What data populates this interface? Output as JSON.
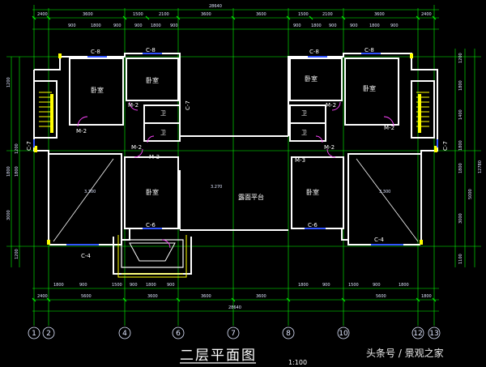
{
  "drawing": {
    "title": "二层平面图",
    "scale": "1:100",
    "watermark": "头条号 / 景观之家"
  },
  "dimensions": {
    "overall": "28640",
    "top_row": [
      "2400",
      "3600",
      "1500",
      "2100",
      "3600",
      "3600",
      "1500",
      "2100",
      "3600",
      "2400"
    ],
    "top_detail": [
      "900",
      "1800",
      "900",
      "900",
      "1800",
      "900",
      "900",
      "1800",
      "900",
      "900",
      "1800",
      "900"
    ],
    "bottom_detail": [
      "1800",
      "900",
      "1500",
      "900",
      "1800",
      "900",
      "1800",
      "900",
      "1500",
      "900",
      "1800"
    ],
    "bottom_row": [
      "2400",
      "5600",
      "3600",
      "3600",
      "3600",
      "5600",
      "1800"
    ],
    "bottom_overall": "28640",
    "left_side": [
      "1200",
      "3000",
      "1800",
      "1200",
      "1800",
      "1200"
    ],
    "right_side": [
      "1200",
      "1800",
      "1400",
      "1800",
      "12780",
      "5000",
      "1800",
      "3000",
      "1100"
    ]
  },
  "axes": [
    "1",
    "2",
    "4",
    "6",
    "7",
    "8",
    "10",
    "12",
    "13"
  ],
  "rooms": {
    "bedroom": "卧室",
    "terrace": "露面平台",
    "washroom": "卫",
    "elevation": "3.300",
    "elevation_terrace": "3.270"
  },
  "tags": {
    "c8": "C-8",
    "c7": "C-7",
    "c4": "C-4",
    "c6": "C-6",
    "m2": "M-2",
    "m3": "M-3"
  },
  "colors": {
    "background": "#000000",
    "wall": "#ffffff",
    "dimension": "#00ff00",
    "accent": "#ffff00",
    "window": "#3355ff",
    "door": "#ff44ff"
  }
}
